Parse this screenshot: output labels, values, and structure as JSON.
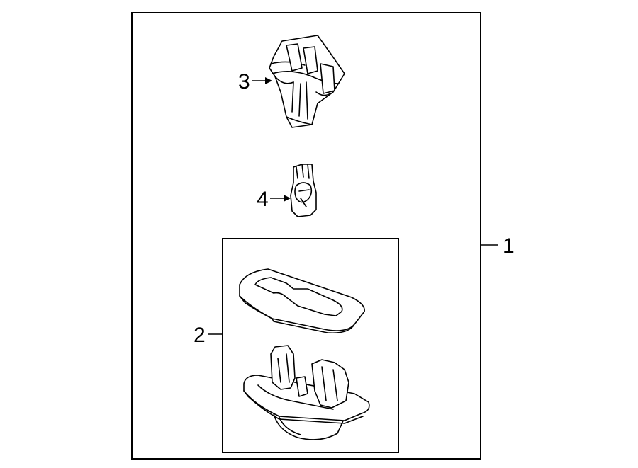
{
  "callouts": {
    "assembly": "1",
    "housing_group": "2",
    "socket": "3",
    "bulb": "4"
  },
  "colors": {
    "line": "#000000",
    "background": "#ffffff"
  }
}
